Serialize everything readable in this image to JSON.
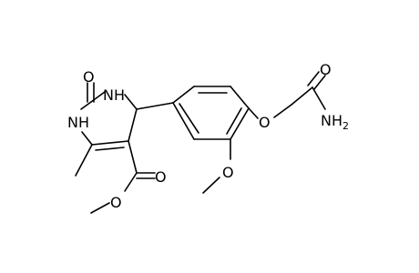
{
  "molecule": {
    "labels": {
      "carbonyl_o_ring": "O",
      "nh_ring_top": "NH",
      "nh_ring_left": "NH",
      "ester_carbonyl_o": "O",
      "ester_o": "O",
      "methoxy_o": "O",
      "ether_o": "O",
      "amide_o": "O",
      "amide_n": "NH",
      "amide_n_subscript": "2"
    }
  }
}
